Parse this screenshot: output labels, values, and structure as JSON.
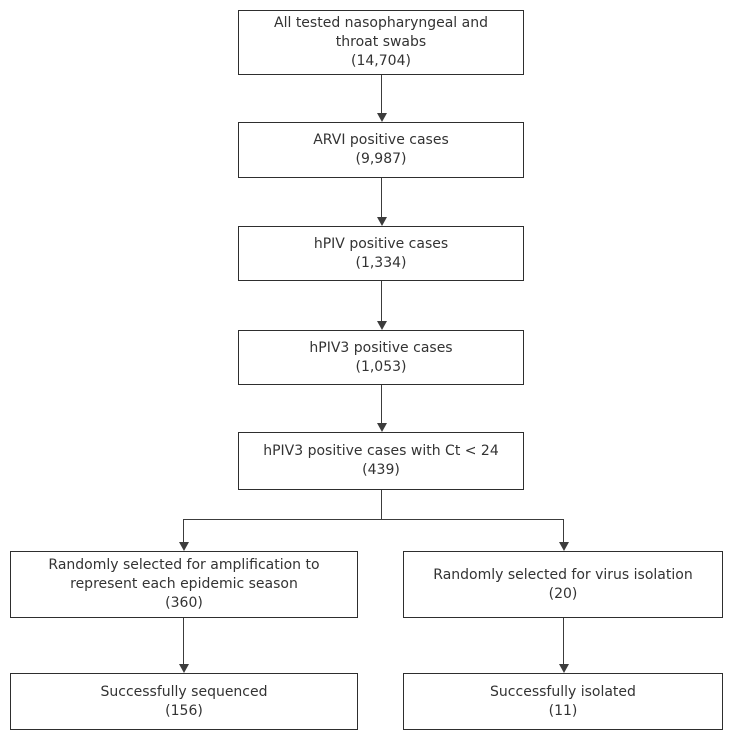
{
  "flow": {
    "swabs": {
      "label": "All tested nasopharyngeal and\nthroat swabs",
      "count": "(14,704)"
    },
    "arvi": {
      "label": "ARVI positive cases",
      "count": "(9,987)"
    },
    "hpiv": {
      "label": "hPIV positive cases",
      "count": "(1,334)"
    },
    "hpiv3": {
      "label": "hPIV3 positive cases",
      "count": "(1,053)"
    },
    "ct24": {
      "label": "hPIV3 positive cases with Ct < 24",
      "count": "(439)"
    },
    "amplification": {
      "label": "Randomly selected for amplification to\nrepresent each epidemic season",
      "count": "(360)"
    },
    "isolation": {
      "label": "Randomly selected for virus isolation",
      "count": "(20)"
    },
    "sequenced": {
      "label": "Successfully sequenced",
      "count": "(156)"
    },
    "isolated": {
      "label": "Successfully isolated",
      "count": "(11)"
    }
  },
  "colors": {
    "box_border": "#2e2e2e",
    "connector": "#3c3c3c",
    "text": "#333333",
    "background": "#ffffff"
  }
}
